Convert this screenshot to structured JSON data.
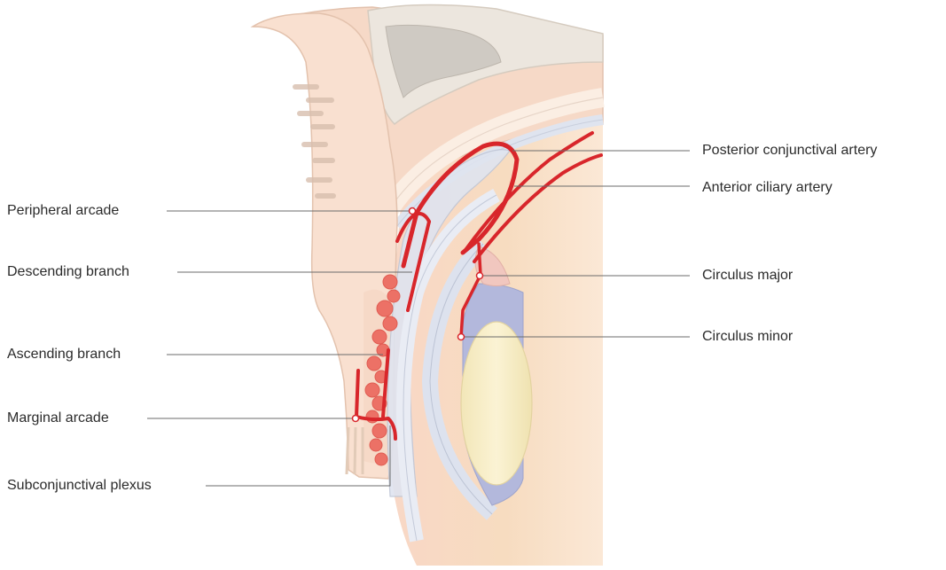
{
  "labels": {
    "left": [
      "Peripheral arcade",
      "Descending branch",
      "Ascending branch",
      "Marginal arcade",
      "Subconjunctival plexus"
    ],
    "right": [
      "Posterior conjunctival artery",
      "Anterior ciliary artery",
      "Circulus major",
      "Circulus minor"
    ]
  },
  "colors": {
    "artery": "#d8262b",
    "plexus": "#ec7166",
    "skin": "#f9e1d2",
    "bone": "#e8e3dc",
    "lens": "#f5edc4",
    "iris": "#b3b8dc",
    "leader": "#6b6b6b"
  }
}
